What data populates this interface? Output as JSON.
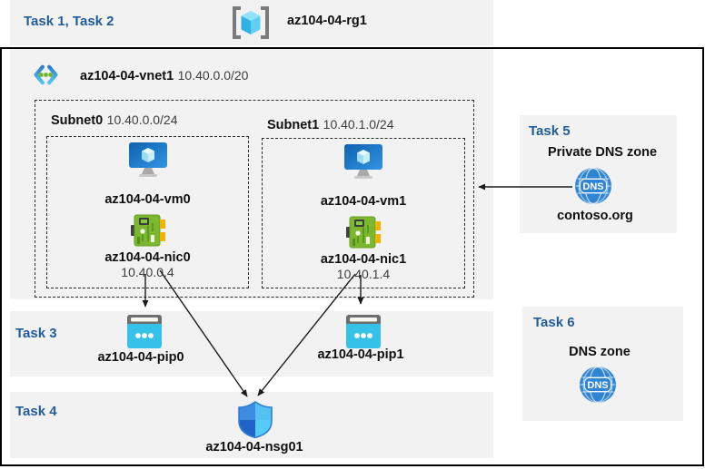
{
  "header": {
    "tasks_label": "Task 1, Task 2",
    "resource_group": "az104-04-rg1"
  },
  "vnet": {
    "name": "az104-04-vnet1",
    "cidr": "10.40.0.0/20",
    "subnets": [
      {
        "name": "Subnet0",
        "cidr": "10.40.0.0/24",
        "vm": "az104-04-vm0",
        "nic": "az104-04-nic0",
        "ip": "10.40.0.4"
      },
      {
        "name": "Subnet1",
        "cidr": "10.40.1.0/24",
        "vm": "az104-04-vm1",
        "nic": "az104-04-nic1",
        "ip": "10.40.1.4"
      }
    ]
  },
  "task3": {
    "label": "Task 3",
    "pip0": "az104-04-pip0",
    "pip1": "az104-04-pip1"
  },
  "task4": {
    "label": "Task 4",
    "nsg": "az104-04-nsg01"
  },
  "task5": {
    "label": "Task 5",
    "title": "Private DNS zone",
    "zone_name": "contoso.org",
    "dns_icon_text": "DNS"
  },
  "task6": {
    "label": "Task 6",
    "title": "DNS zone",
    "dns_icon_text": "DNS"
  },
  "colors": {
    "task_label_blue": "#1f5c99",
    "panel_gray": "#f2f2f2",
    "public_ip_cyan": "#35c1e8",
    "nic_green": "#7cb82f",
    "nic_yellow": "#f2b200",
    "dns_blue": "#2e85d3",
    "vm_blue": "#1673c5",
    "arrow_black": "#1a1a1a"
  }
}
